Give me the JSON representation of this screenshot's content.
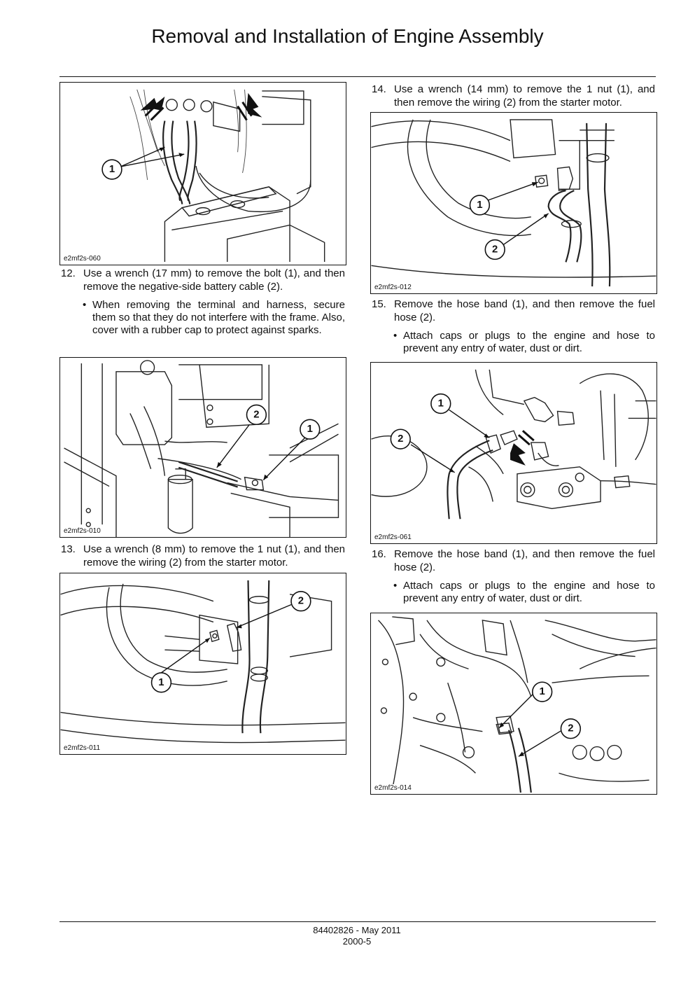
{
  "page": {
    "title": "Removal and Installation of Engine Assembly",
    "footer": {
      "doc_number": "84402826 - May 2011",
      "page_number": "2000-5"
    }
  },
  "figures": {
    "fig1": {
      "code": "e2mf2s-060",
      "callouts": [
        "1"
      ]
    },
    "fig2": {
      "code": "e2mf2s-010",
      "callouts": [
        "2",
        "1"
      ]
    },
    "fig3": {
      "code": "e2mf2s-011",
      "callouts": [
        "2",
        "1"
      ]
    },
    "fig4": {
      "code": "e2mf2s-012",
      "callouts": [
        "1",
        "2"
      ]
    },
    "fig5": {
      "code": "e2mf2s-061",
      "callouts": [
        "1",
        "2"
      ]
    },
    "fig6": {
      "code": "e2mf2s-014",
      "callouts": [
        "1",
        "2"
      ]
    }
  },
  "steps": {
    "s12": {
      "number": "12.",
      "text": "Use a wrench (17 mm) to remove the bolt (1), and then remove the negative-side battery cable (2).",
      "bullet": "When removing the terminal and harness, secure them so that they do not interfere with the frame. Also, cover with a rubber cap to protect against sparks."
    },
    "s13": {
      "number": "13.",
      "text": "Use a wrench (8 mm) to remove the 1 nut (1), and then remove the wiring (2) from the starter motor."
    },
    "s14": {
      "number": "14.",
      "text": "Use a wrench (14 mm) to remove the 1 nut (1), and then remove the wiring (2) from the starter motor."
    },
    "s15": {
      "number": "15.",
      "text": "Remove the hose band (1), and then remove the fuel hose (2).",
      "bullet": "Attach caps or plugs to the engine and hose to prevent any entry of water, dust or dirt."
    },
    "s16": {
      "number": "16.",
      "text": "Remove the hose band (1), and then remove the fuel hose (2).",
      "bullet": "Attach caps or plugs to the engine and hose to prevent any entry of water, dust or dirt."
    }
  },
  "bullet_symbol": "•"
}
